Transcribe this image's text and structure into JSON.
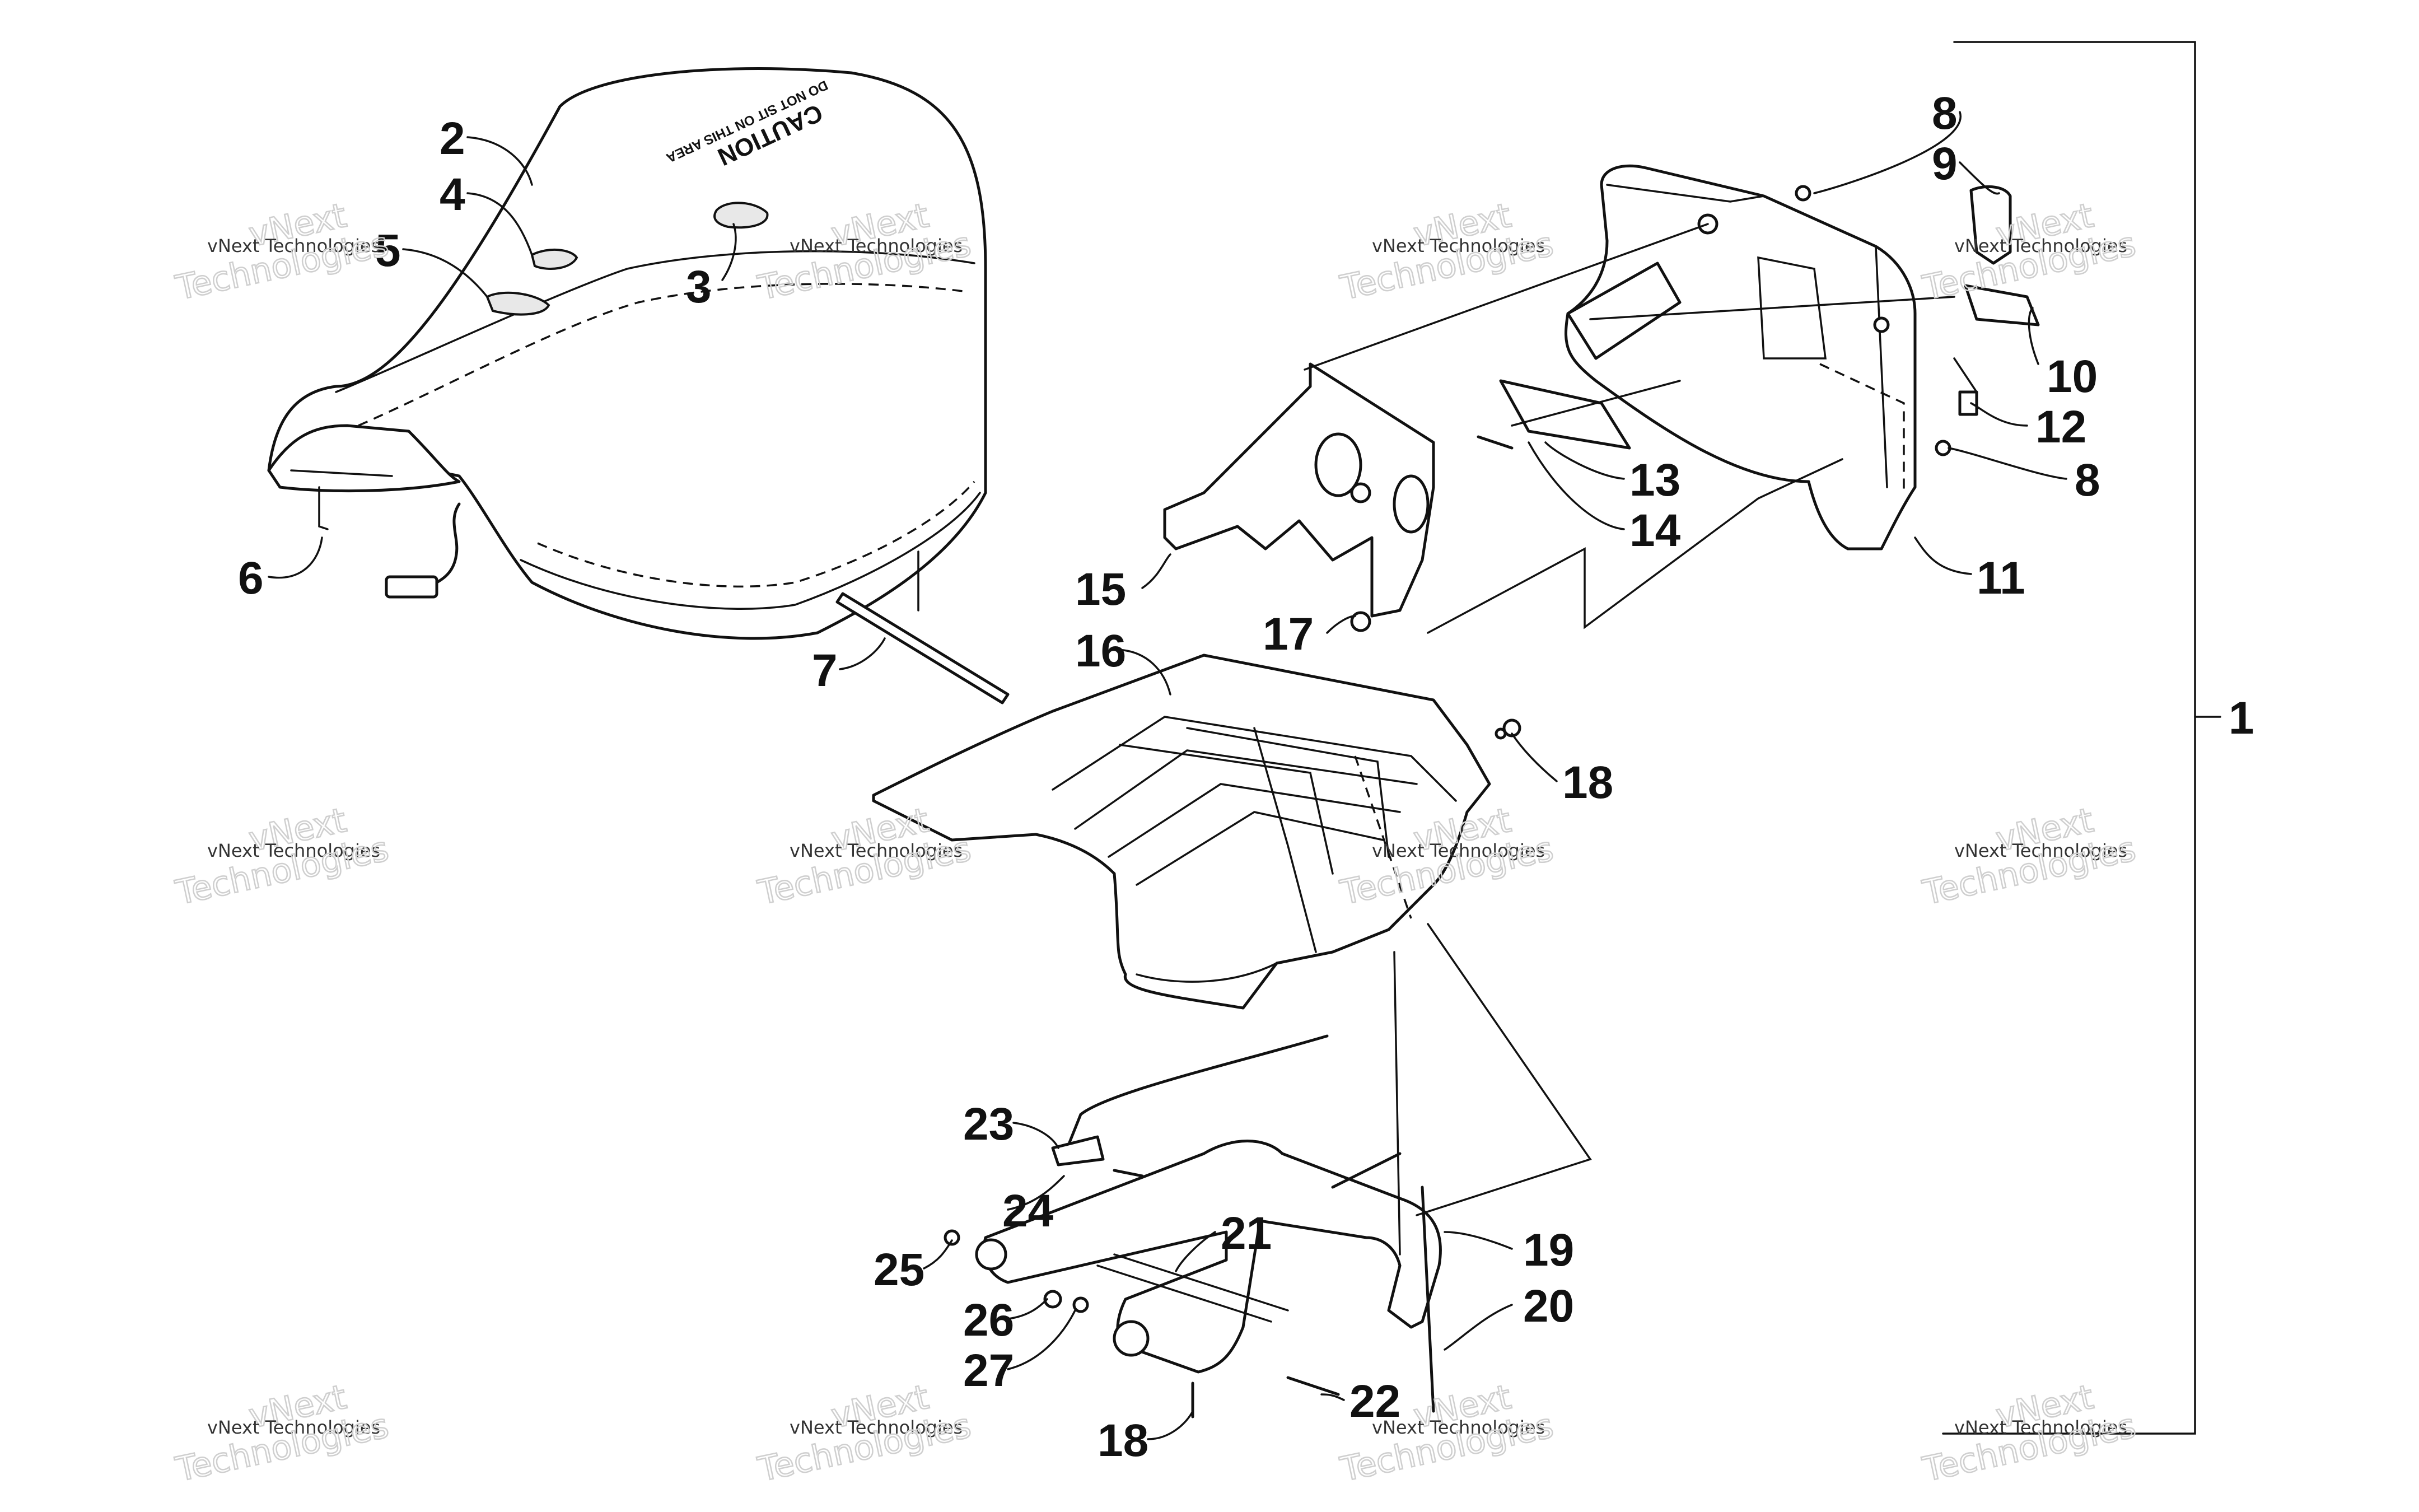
{
  "diagram": {
    "seat_caution": {
      "word": "CAUTION",
      "text": "DO NOT SIT ON THIS AREA"
    },
    "callouts": [
      {
        "id": "c1",
        "label": "1"
      },
      {
        "id": "c2",
        "label": "2"
      },
      {
        "id": "c3",
        "label": "3"
      },
      {
        "id": "c4",
        "label": "4"
      },
      {
        "id": "c5",
        "label": "5"
      },
      {
        "id": "c6",
        "label": "6"
      },
      {
        "id": "c7",
        "label": "7"
      },
      {
        "id": "c8a",
        "label": "8"
      },
      {
        "id": "c8b",
        "label": "8"
      },
      {
        "id": "c9",
        "label": "9"
      },
      {
        "id": "c10",
        "label": "10"
      },
      {
        "id": "c11",
        "label": "11"
      },
      {
        "id": "c12",
        "label": "12"
      },
      {
        "id": "c13",
        "label": "13"
      },
      {
        "id": "c14",
        "label": "14"
      },
      {
        "id": "c15",
        "label": "15"
      },
      {
        "id": "c16",
        "label": "16"
      },
      {
        "id": "c17",
        "label": "17"
      },
      {
        "id": "c18a",
        "label": "18"
      },
      {
        "id": "c18b",
        "label": "18"
      },
      {
        "id": "c19",
        "label": "19"
      },
      {
        "id": "c20",
        "label": "20"
      },
      {
        "id": "c21",
        "label": "21"
      },
      {
        "id": "c22",
        "label": "22"
      },
      {
        "id": "c23",
        "label": "23"
      },
      {
        "id": "c24",
        "label": "24"
      },
      {
        "id": "c25",
        "label": "25"
      },
      {
        "id": "c26",
        "label": "26"
      },
      {
        "id": "c27",
        "label": "27"
      }
    ]
  },
  "watermark": {
    "company": "vNext Technologies",
    "brand_top": "vNext",
    "brand_bottom": "Technologies"
  }
}
